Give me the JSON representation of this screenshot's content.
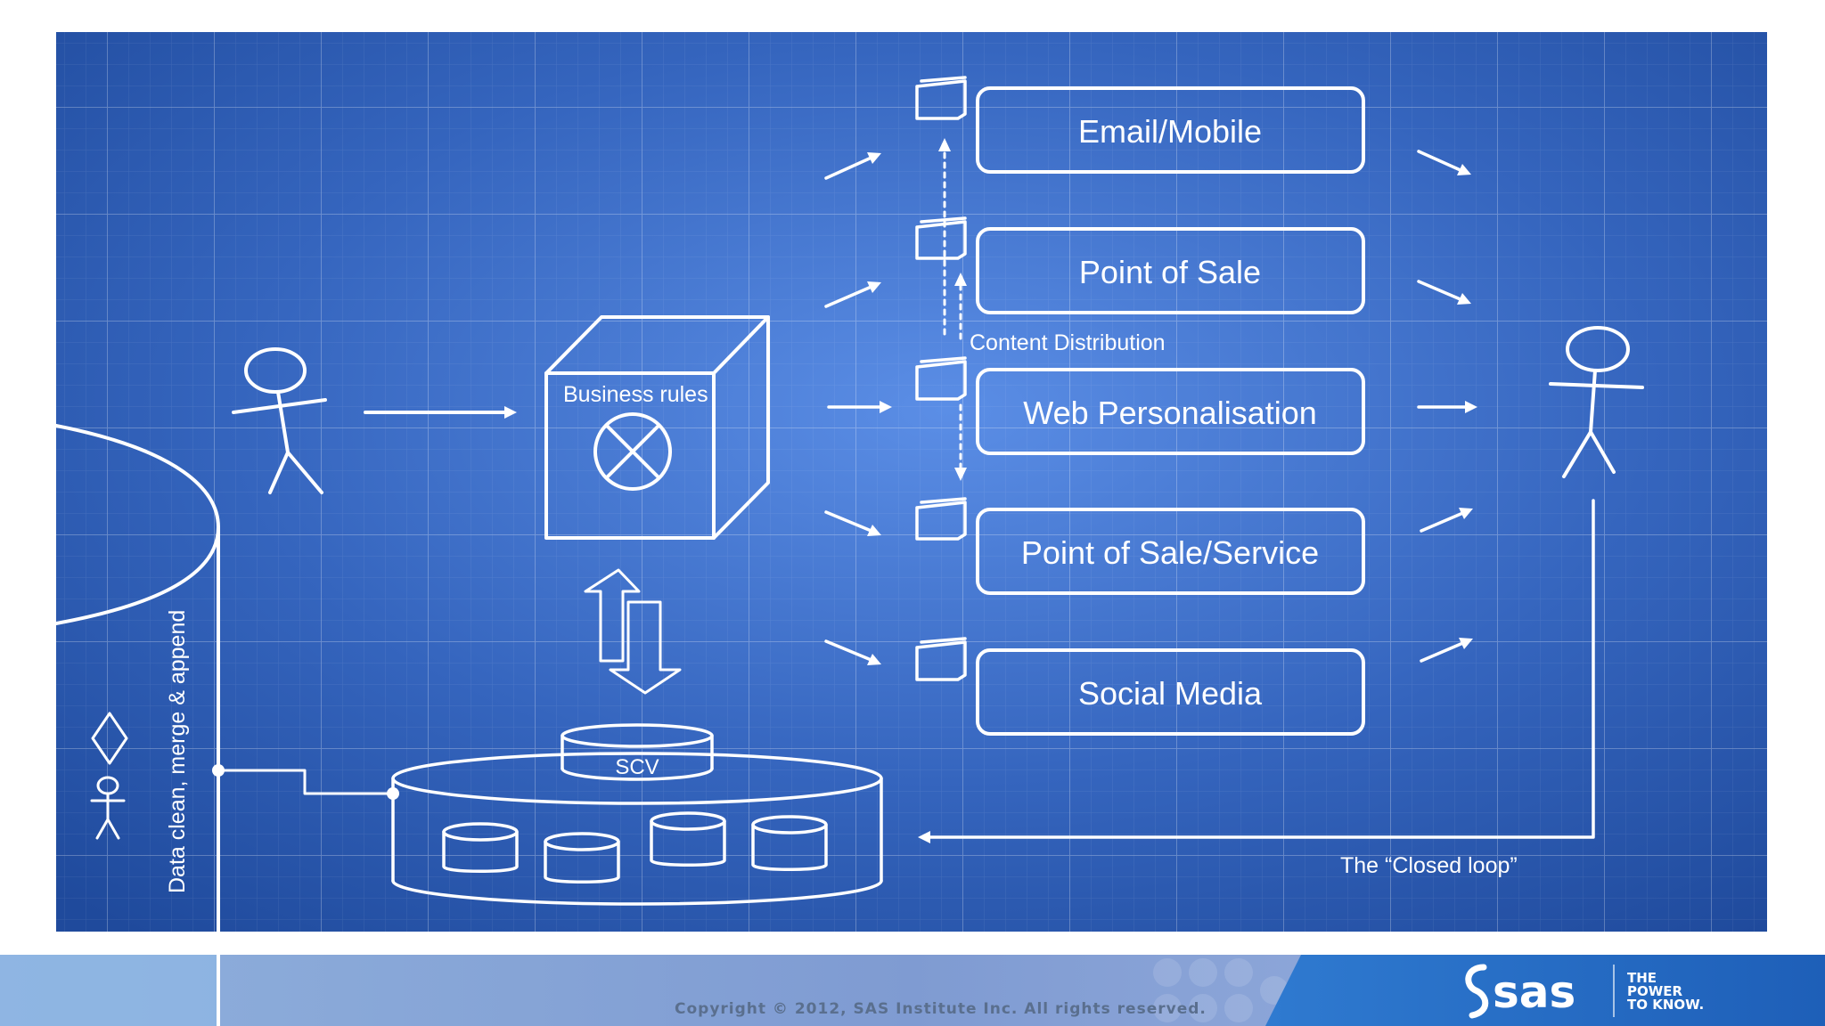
{
  "slide": {
    "channels": [
      {
        "label": "Email/Mobile"
      },
      {
        "label": "Point of Sale"
      },
      {
        "label": "Web Personalisation"
      },
      {
        "label": "Point of Sale/Service"
      },
      {
        "label": "Social Media"
      }
    ],
    "business_rules_label": "Business rules",
    "scv_label": "SCV",
    "content_distribution_label": "Content Distribution",
    "data_clean_label": "Data clean, merge & append",
    "closed_loop_label": "The “Closed loop”"
  },
  "footer": {
    "copyright": "Copyright © 2012, SAS Institute Inc. All rights reserved.",
    "brand_logo": "sas",
    "tagline_line1": "THE",
    "tagline_line2": "POWER",
    "tagline_line3": "TO KNOW."
  },
  "colors": {
    "blueprint_bg": "#2c5cb0",
    "blueprint_glow": "#5b8ee6",
    "line": "#ffffff",
    "footer_band": "#8ea5d6",
    "footer_brand_band": "#2b6fc4"
  }
}
